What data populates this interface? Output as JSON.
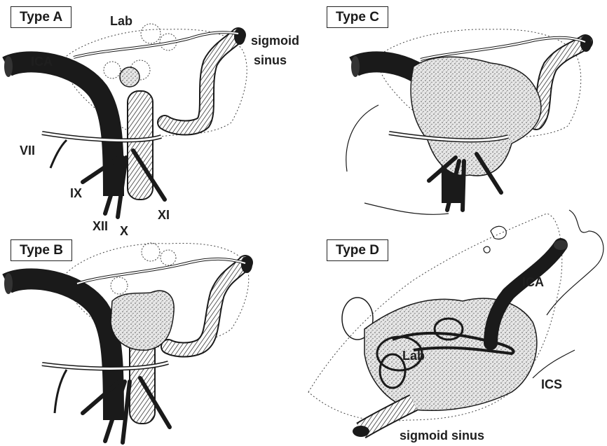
{
  "panels": {
    "a": {
      "title": "Type A"
    },
    "b": {
      "title": "Type B"
    },
    "c": {
      "title": "Type C"
    },
    "d": {
      "title": "Type D"
    }
  },
  "labels": {
    "lab": "Lab",
    "ica": "ICA",
    "sigmoid_line1": "sigmoid",
    "sigmoid_line2": "sinus",
    "vii": "VII",
    "ix": "IX",
    "xii": "XII",
    "x": "X",
    "xi": "XI",
    "ica_d": "ICA",
    "lab_d": "Lab",
    "ics": "ICS",
    "sigmoid_sinus_d": "sigmoid sinus"
  },
  "colors": {
    "ink": "#1a1a1a",
    "vessel_dark": "#2b2b2b",
    "stipple": "#bdbdbd",
    "background": "#ffffff"
  }
}
